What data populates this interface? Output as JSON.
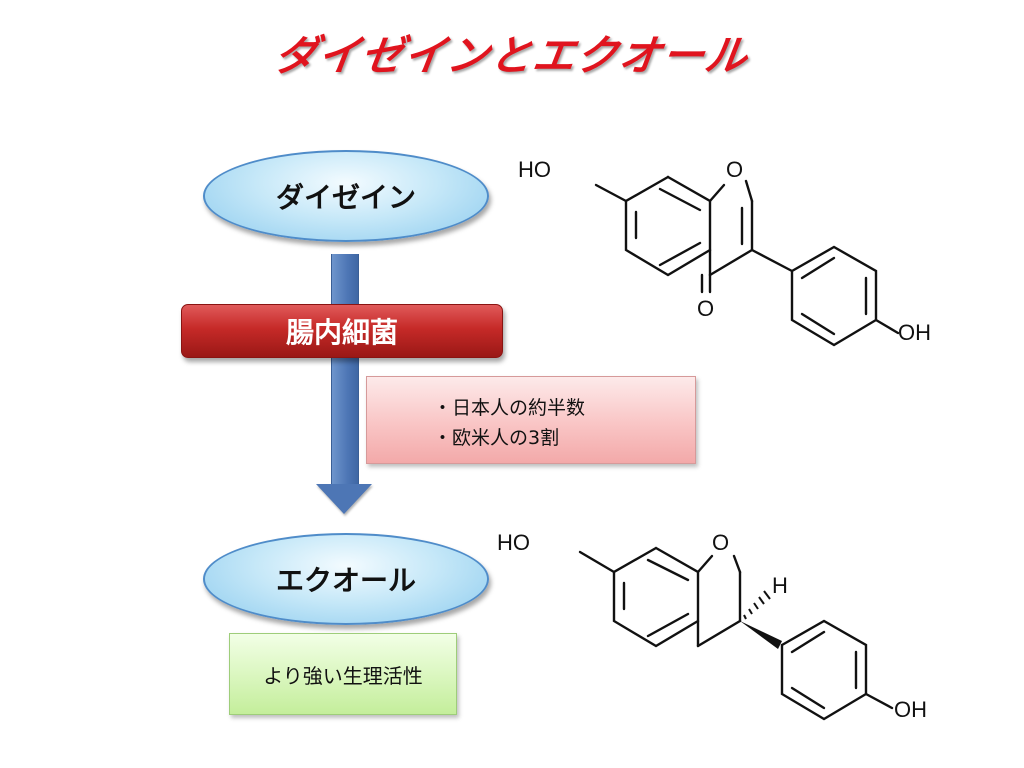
{
  "title": "ダイゼインとエクオール",
  "daidzein_label": "ダイゼイン",
  "equol_label": "エクオール",
  "bacteria_label": "腸内細菌",
  "stats": [
    "・日本人の約半数",
    "・欧米人の3割"
  ],
  "activity_label": "より強い生理活性",
  "daidzein_structure": {
    "hydroxyl_top": "HO",
    "ring_oxygen": "O",
    "carbonyl_oxygen": "O",
    "hydroxyl_bottom": "OH"
  },
  "equol_structure": {
    "hydroxyl_top": "HO",
    "ring_oxygen": "O",
    "stereo_h": "H",
    "hydroxyl_bottom": "OH"
  },
  "colors": {
    "title": "#e0141e",
    "arrow": "#4d76b5",
    "bacteria_box": "#c62a28",
    "ellipse": "#c6e8f8"
  }
}
